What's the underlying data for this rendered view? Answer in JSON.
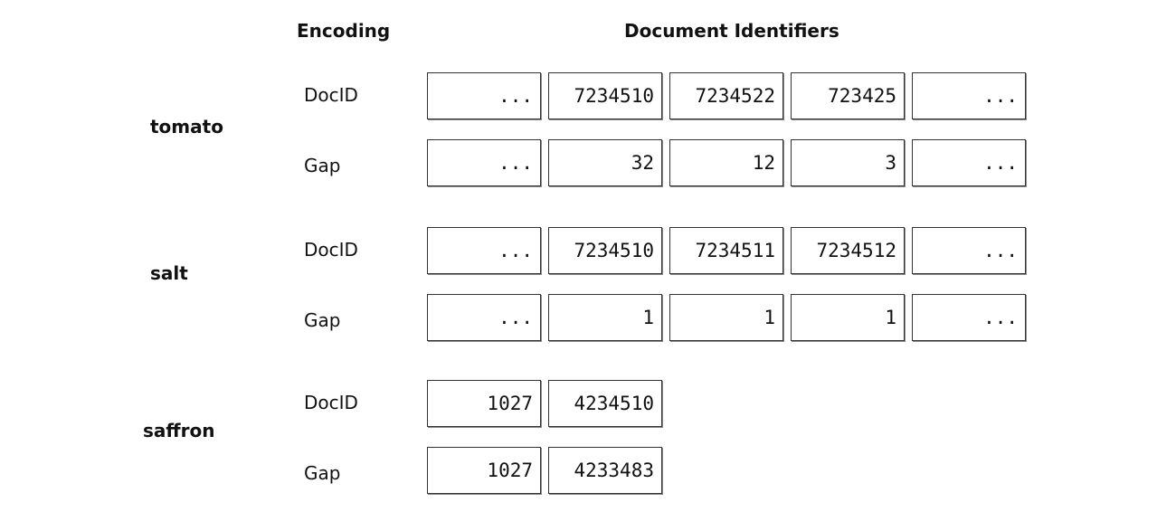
{
  "headers": {
    "encoding": "Encoding",
    "document_identifiers": "Document Identifiers"
  },
  "terms": [
    {
      "name": "tomato",
      "rows": [
        {
          "encoding": "DocID",
          "cells": [
            "...",
            "7234510",
            "7234522",
            "723425",
            "..."
          ]
        },
        {
          "encoding": "Gap",
          "cells": [
            "...",
            "32",
            "12",
            "3",
            "..."
          ]
        }
      ]
    },
    {
      "name": "salt",
      "rows": [
        {
          "encoding": "DocID",
          "cells": [
            "...",
            "7234510",
            "7234511",
            "7234512",
            "..."
          ]
        },
        {
          "encoding": "Gap",
          "cells": [
            "...",
            "1",
            "1",
            "1",
            "..."
          ]
        }
      ]
    },
    {
      "name": "saffron",
      "rows": [
        {
          "encoding": "DocID",
          "cells": [
            "1027",
            "4234510"
          ]
        },
        {
          "encoding": "Gap",
          "cells": [
            "1027",
            "4233483"
          ]
        }
      ]
    }
  ]
}
